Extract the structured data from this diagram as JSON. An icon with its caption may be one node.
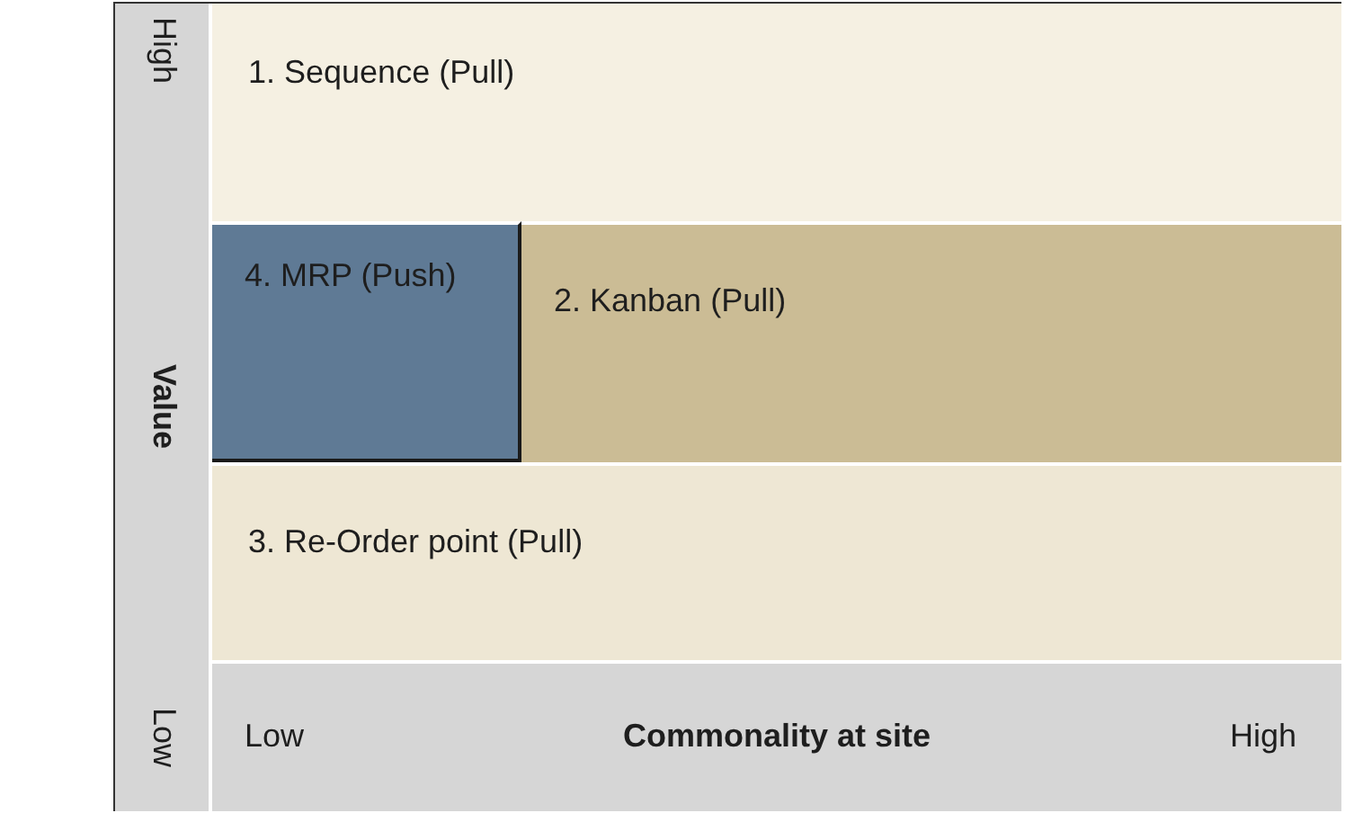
{
  "diagram": {
    "nodes": [
      {
        "text": [
          "1. Sequence (Pull)"
        ]
      },
      {
        "text": [
          "4. MRP (Push)"
        ]
      },
      {
        "text": [
          "2. Kanban (Pull)"
        ]
      },
      {
        "text": [
          "3. Re-Order point (Pull)"
        ]
      }
    ],
    "labels": [
      "High",
      "Value",
      "Low",
      "Low",
      "Commonality at site",
      "High"
    ]
  }
}
